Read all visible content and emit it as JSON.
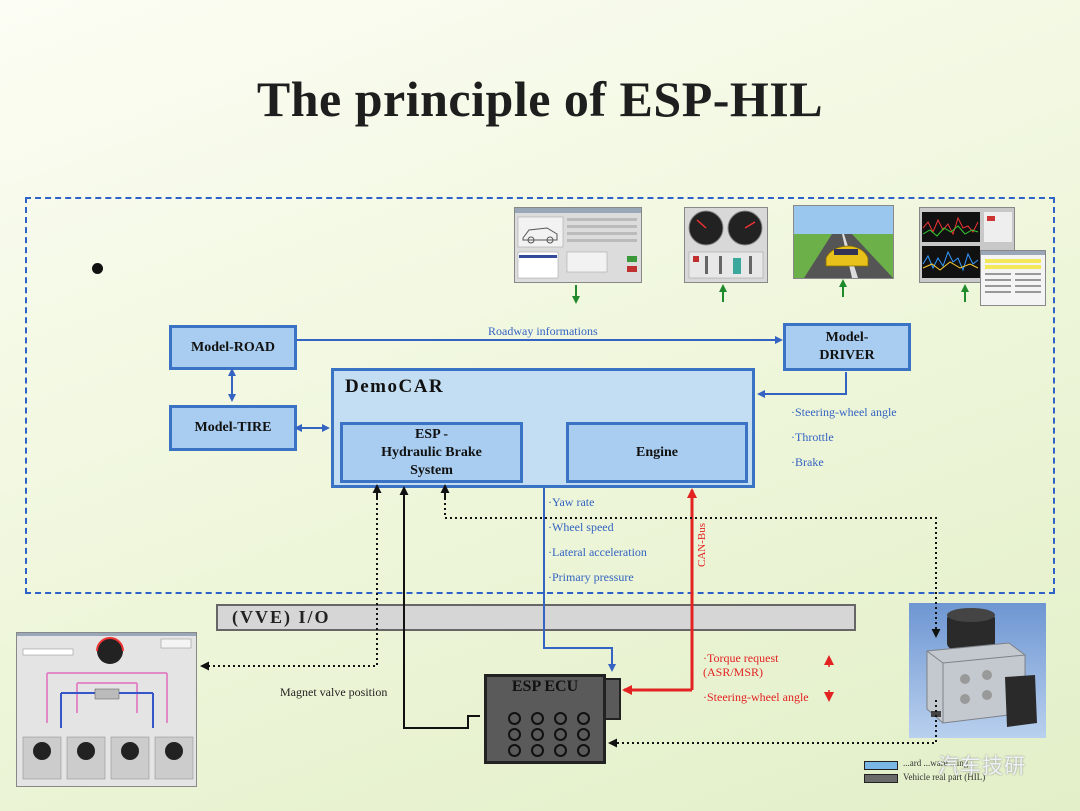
{
  "title": "The principle of ESP-HIL",
  "blocks": {
    "road": "Model-ROAD",
    "tire": "Model-TIRE",
    "driver_line1": "Model-",
    "driver_line2": "DRIVER",
    "democar": "DemoCAR",
    "esp_line1": "ESP -",
    "esp_line2": "Hydraulic Brake",
    "esp_line3": "System",
    "engine": "Engine",
    "ecu": "ESP ECU",
    "io": "(VVE) I/O"
  },
  "labels": {
    "roadway": "Roadway informations",
    "driver_outputs": [
      "·Steering-wheel angle",
      "·Throttle",
      "·Brake"
    ],
    "sensor_signals": [
      "·Yaw rate",
      "·Wheel speed",
      "·Lateral acceleration",
      "·Primary pressure"
    ],
    "can_bus": "CAN-Bus",
    "torque_request_line1": "·Torque request",
    "torque_request_line2": "(ASR/MSR)",
    "steering_wheel_angle": "·Steering-wheel angle",
    "magnet_valve": "Magnet valve position"
  },
  "legend": {
    "item1": "...ard ...ware ...ing ...",
    "item2": "Vehicle real part (HIL)"
  },
  "watermark": "汽车技研",
  "colors": {
    "box_fill": "#a8cdf0",
    "box_border": "#3b73c4",
    "signal_blue": "#3463c2",
    "can_red": "#e32222",
    "arrow_green": "#1f8a2c",
    "frame_dash": "#2f62c8"
  }
}
